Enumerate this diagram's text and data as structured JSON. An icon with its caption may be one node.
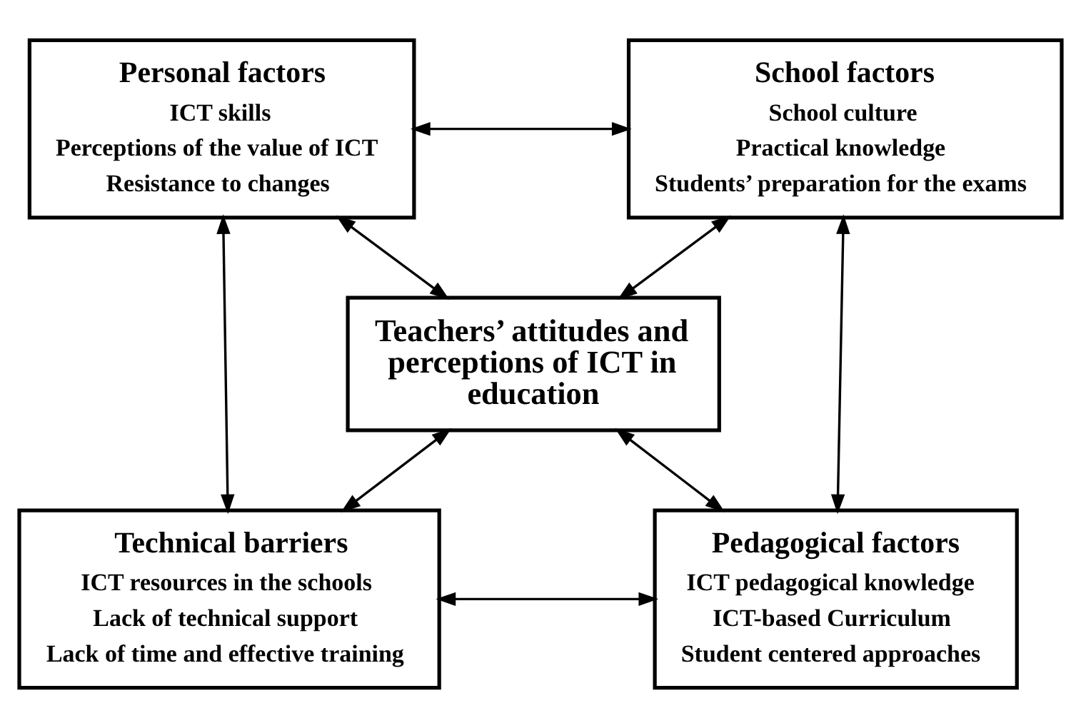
{
  "diagram": {
    "nodes": [
      {
        "text": [
          "Personal factors",
          "ICT skills",
          "Perceptions of the value of ICT",
          "Resistance to changes"
        ]
      },
      {
        "text": [
          "School factors",
          "School culture",
          "Practical knowledge",
          "Students’ preparation for the exams"
        ]
      },
      {
        "text": [
          "Teachers’ attitudes and perceptions of ICT in education"
        ]
      },
      {
        "text": [
          "Technical barriers",
          "ICT resources in the schools",
          "Lack of technical support",
          "Lack of time and effective training"
        ]
      },
      {
        "text": [
          "Pedagogical factors",
          "ICT pedagogical knowledge",
          "ICT-based Curriculum",
          "Student centered approaches"
        ]
      }
    ],
    "edges": [
      {
        "from": 0,
        "to": 1,
        "arrow": "both"
      },
      {
        "from": 0,
        "to": 2,
        "arrow": "both"
      },
      {
        "from": 1,
        "to": 2,
        "arrow": "both"
      },
      {
        "from": 0,
        "to": 3,
        "arrow": "both"
      },
      {
        "from": 1,
        "to": 4,
        "arrow": "both"
      },
      {
        "from": 2,
        "to": 3,
        "arrow": "both"
      },
      {
        "from": 2,
        "to": 4,
        "arrow": "both"
      },
      {
        "from": 3,
        "to": 4,
        "arrow": "both"
      }
    ]
  }
}
